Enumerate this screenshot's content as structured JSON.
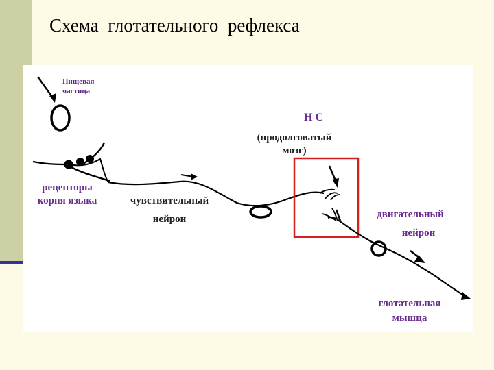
{
  "slide": {
    "title": "Схема  глотательного  рефлекса"
  },
  "diagram": {
    "labels": {
      "food_particle": [
        "Пищевая",
        "частица"
      ],
      "cns": "Н С",
      "medulla": [
        "(продолговатый",
        "мозг)"
      ],
      "receptors": [
        "рецепторы",
        "корня  языка"
      ],
      "sensory_neuron": [
        "чувствительный",
        "нейрон"
      ],
      "motor_neuron": [
        "двигательный",
        "нейрон"
      ],
      "swallowing_muscle": [
        "глотательная",
        "мышца"
      ]
    },
    "colors": {
      "text_purple": "#6b2c91",
      "cns_box": "#d42020",
      "lines": "#000000",
      "sidebar": "#cdcfa5",
      "sidebar_bar": "#333399",
      "background": "#fdfbe6"
    }
  }
}
